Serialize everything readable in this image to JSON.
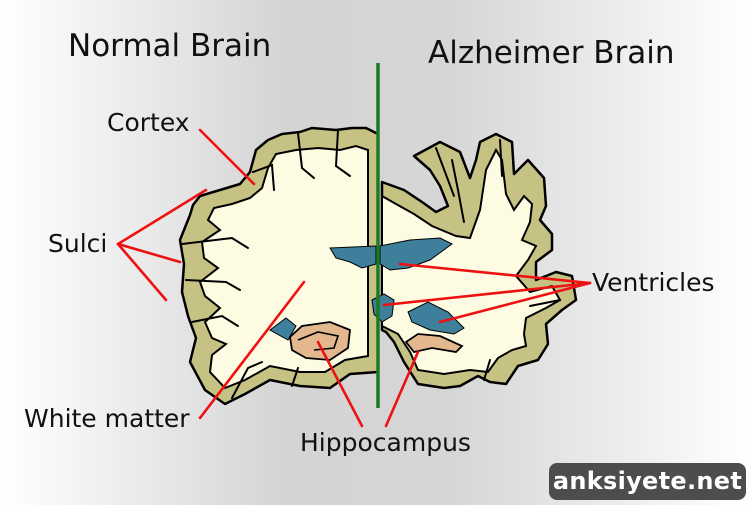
{
  "titles": {
    "normal": "Normal Brain",
    "alzheimer": "Alzheimer Brain"
  },
  "labels": {
    "cortex": "Cortex",
    "sulci": "Sulci",
    "white_matter": "White matter",
    "ventricles": "Ventricles",
    "hippocampus": "Hippocampus"
  },
  "watermark": "anksiyete.net",
  "colors": {
    "cortex": "#c6c284",
    "white_matter": "#fdfce3",
    "ventricle": "#3e7f9c",
    "hippocampus": "#e3b88f",
    "pointer": "#ee1111",
    "divider": "#1e7a22",
    "outline": "#000000"
  }
}
